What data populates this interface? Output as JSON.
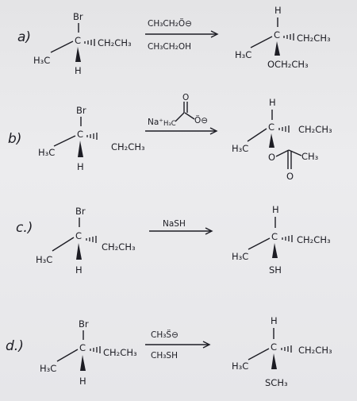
{
  "reactions": [
    {
      "label": "a)",
      "sub": {
        "leaving": "Br",
        "left": "H₃C",
        "right": "CH₂CH₃",
        "bottom": "H"
      },
      "reagent_top": "CH₃CH₂Ö⊖",
      "reagent_bottom": "CH₃CH₂OH",
      "prod": {
        "top": "H",
        "left": "H₃C",
        "right": "CH₂CH₃",
        "bottom": "OCH₂CH₃"
      }
    },
    {
      "label": "b)",
      "sub": {
        "leaving": "Br",
        "left": "H₃C",
        "right": "CH₂CH₃",
        "bottom": "H"
      },
      "reagent_na": "Na⁺",
      "reagent_me": "H₃C",
      "reagent_o": "O",
      "reagent_ominus": "Ö⊖",
      "prod": {
        "top": "H",
        "left": "H₃C",
        "right": "CH₂CH₃",
        "o": "O",
        "acyl_o": "O",
        "methyl": "CH₃"
      }
    },
    {
      "label": "c.)",
      "sub": {
        "leaving": "Br",
        "left": "H₃C",
        "right": "CH₂CH₃",
        "bottom": "H"
      },
      "reagent_top": "NaSH",
      "prod": {
        "top": "H",
        "left": "H₃C",
        "right": "CH₂CH₃",
        "bottom": "SH"
      }
    },
    {
      "label": "d.)",
      "sub": {
        "leaving": "Br",
        "left": "H₃C",
        "right": "CH₂CH₃",
        "bottom": "H"
      },
      "reagent_top": "CH₃S̈⊖",
      "reagent_bottom": "CH₃SH",
      "prod": {
        "top": "H",
        "left": "H₃C",
        "right": "CH₂CH₃",
        "bottom": "SCH₃"
      }
    }
  ],
  "carbon": "C"
}
